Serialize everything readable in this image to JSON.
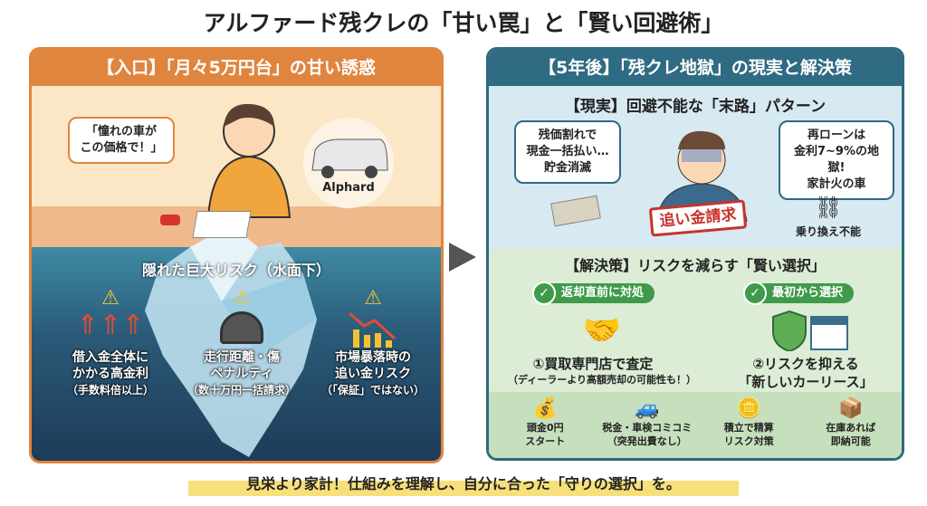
{
  "title": "アルファード残クレの「甘い罠」と「賢い回避術」",
  "left": {
    "header": "【入口】「月々5万円台」の甘い誘惑",
    "speech": [
      "「憧れの車が",
      "この価格で！」"
    ],
    "car_label": "Alphard",
    "risk_heading": "隠れた巨大リスク（水面下）",
    "risks": [
      {
        "lines": [
          "借入金全体に",
          "かかる高金利"
        ],
        "note": "（手数料倍以上）",
        "icon": "rising-coins-icon"
      },
      {
        "lines": [
          "走行距離・傷",
          "ペナルティ"
        ],
        "note": "（数十万円一括請求）",
        "icon": "speedometer-icon"
      },
      {
        "lines": [
          "市場暴落時の",
          "追い金リスク"
        ],
        "note": "（「保証」ではない）",
        "icon": "falling-chart-icon"
      }
    ]
  },
  "right": {
    "header": "【5年後】「残クレ地獄」の現実と解決策",
    "reality_heading": "【現実】回避不能な「末路」パターン",
    "bubble_left": [
      "残価割れで",
      "現金一括払い…",
      "貯金消滅"
    ],
    "bubble_right": [
      "再ローンは",
      "金利7~9%の地獄!",
      "家計火の車"
    ],
    "stamp": "追い金請求",
    "chain_label": "乗り換え不能",
    "solution_heading": "【解決策】リスクを減らす「賢い選択」",
    "options": [
      {
        "pill": "返却直前に対処",
        "title": "①買取専門店で査定",
        "sub": "（ディーラーより高額売却の可能性も！）"
      },
      {
        "pill": "最初から選択",
        "title": "②リスクを抑える",
        "sub": "「新しいカーリース」"
      }
    ],
    "features": [
      {
        "lines": [
          "頭金0円",
          "スタート"
        ]
      },
      {
        "lines": [
          "税金・車検コミコミ",
          "（突発出費なし）"
        ]
      },
      {
        "lines": [
          "積立で精算",
          "リスク対策"
        ]
      },
      {
        "lines": [
          "在庫あれば",
          "即納可能"
        ]
      }
    ]
  },
  "footer": "見栄より家計！仕組みを理解し、自分に合った「守りの選択」を。",
  "colors": {
    "orange": "#e0853e",
    "teal": "#2f6a80",
    "green": "#3f9a4a",
    "highlight": "#f7e07a"
  }
}
